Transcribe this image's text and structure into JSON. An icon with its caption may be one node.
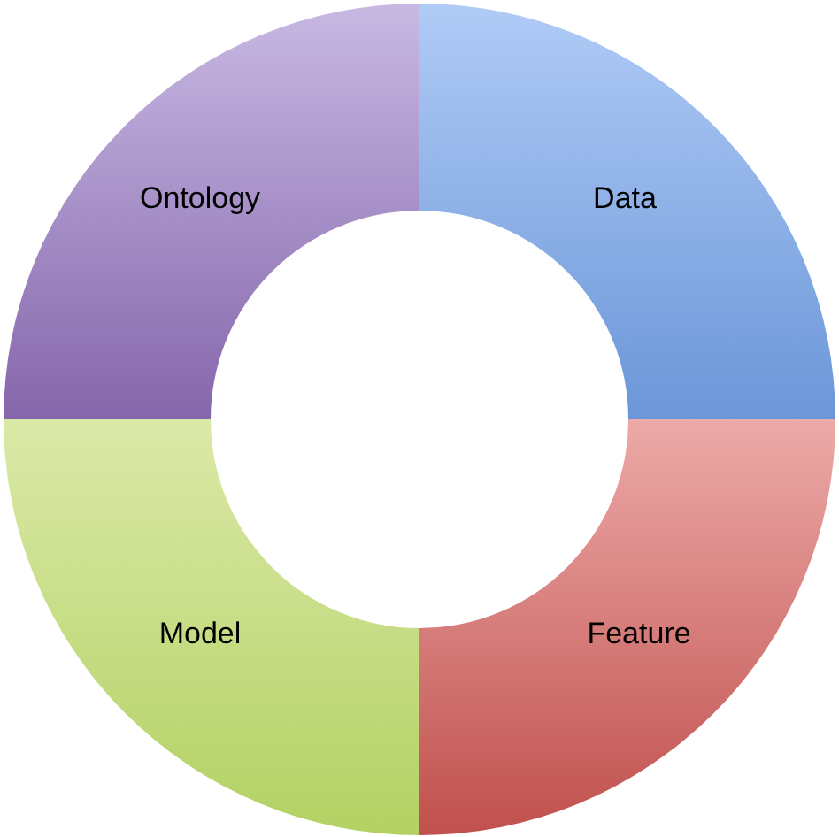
{
  "diagram": {
    "nodes": [
      {
        "text": [
          "Ontology"
        ]
      },
      {
        "text": [
          "Data"
        ]
      },
      {
        "text": [
          "Model"
        ]
      },
      {
        "text": [
          "Feature"
        ]
      }
    ]
  }
}
